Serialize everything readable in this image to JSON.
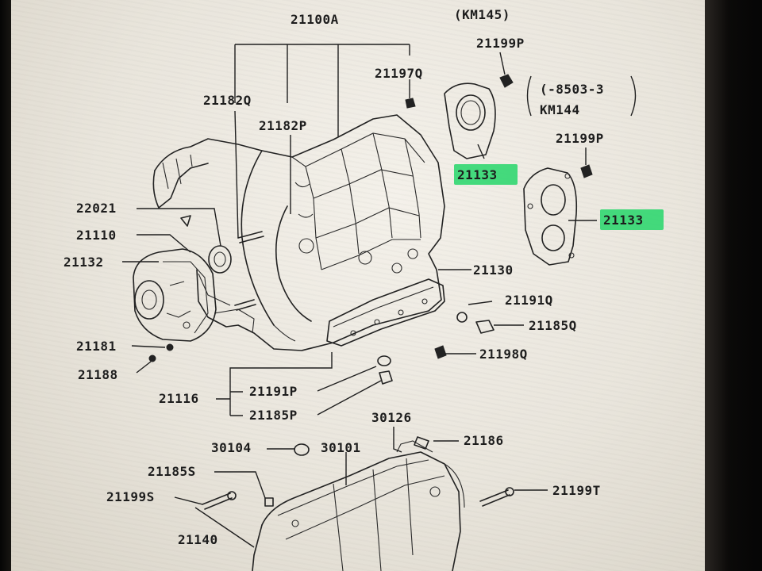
{
  "labels": {
    "l21100A": "21100A",
    "kmTop": "(KM145)",
    "l21199P_top": "21199P",
    "l21197Q": "21197Q",
    "rangeLine1": "(-8503-3",
    "rangeLine2": "KM144",
    "l21182Q": "21182Q",
    "l21182P": "21182P",
    "l21199P_right": "21199P",
    "l21133_top": "21133",
    "l21133_right": "21133",
    "l22021": "22021",
    "l21110": "21110",
    "l21132": "21132",
    "l21130": "21130",
    "l21191Q": "21191Q",
    "l21185Q": "21185Q",
    "l21198Q": "21198Q",
    "l21181": "21181",
    "l21188": "21188",
    "l21116": "21116",
    "l21191P": "21191P",
    "l21185P": "21185P",
    "l30126": "30126",
    "l30104": "30104",
    "l30101": "30101",
    "l21186": "21186",
    "l21185S": "21185S",
    "l21199S": "21199S",
    "l21199T": "21199T",
    "l21140": "21140"
  },
  "highlight_color": "#26d66a"
}
